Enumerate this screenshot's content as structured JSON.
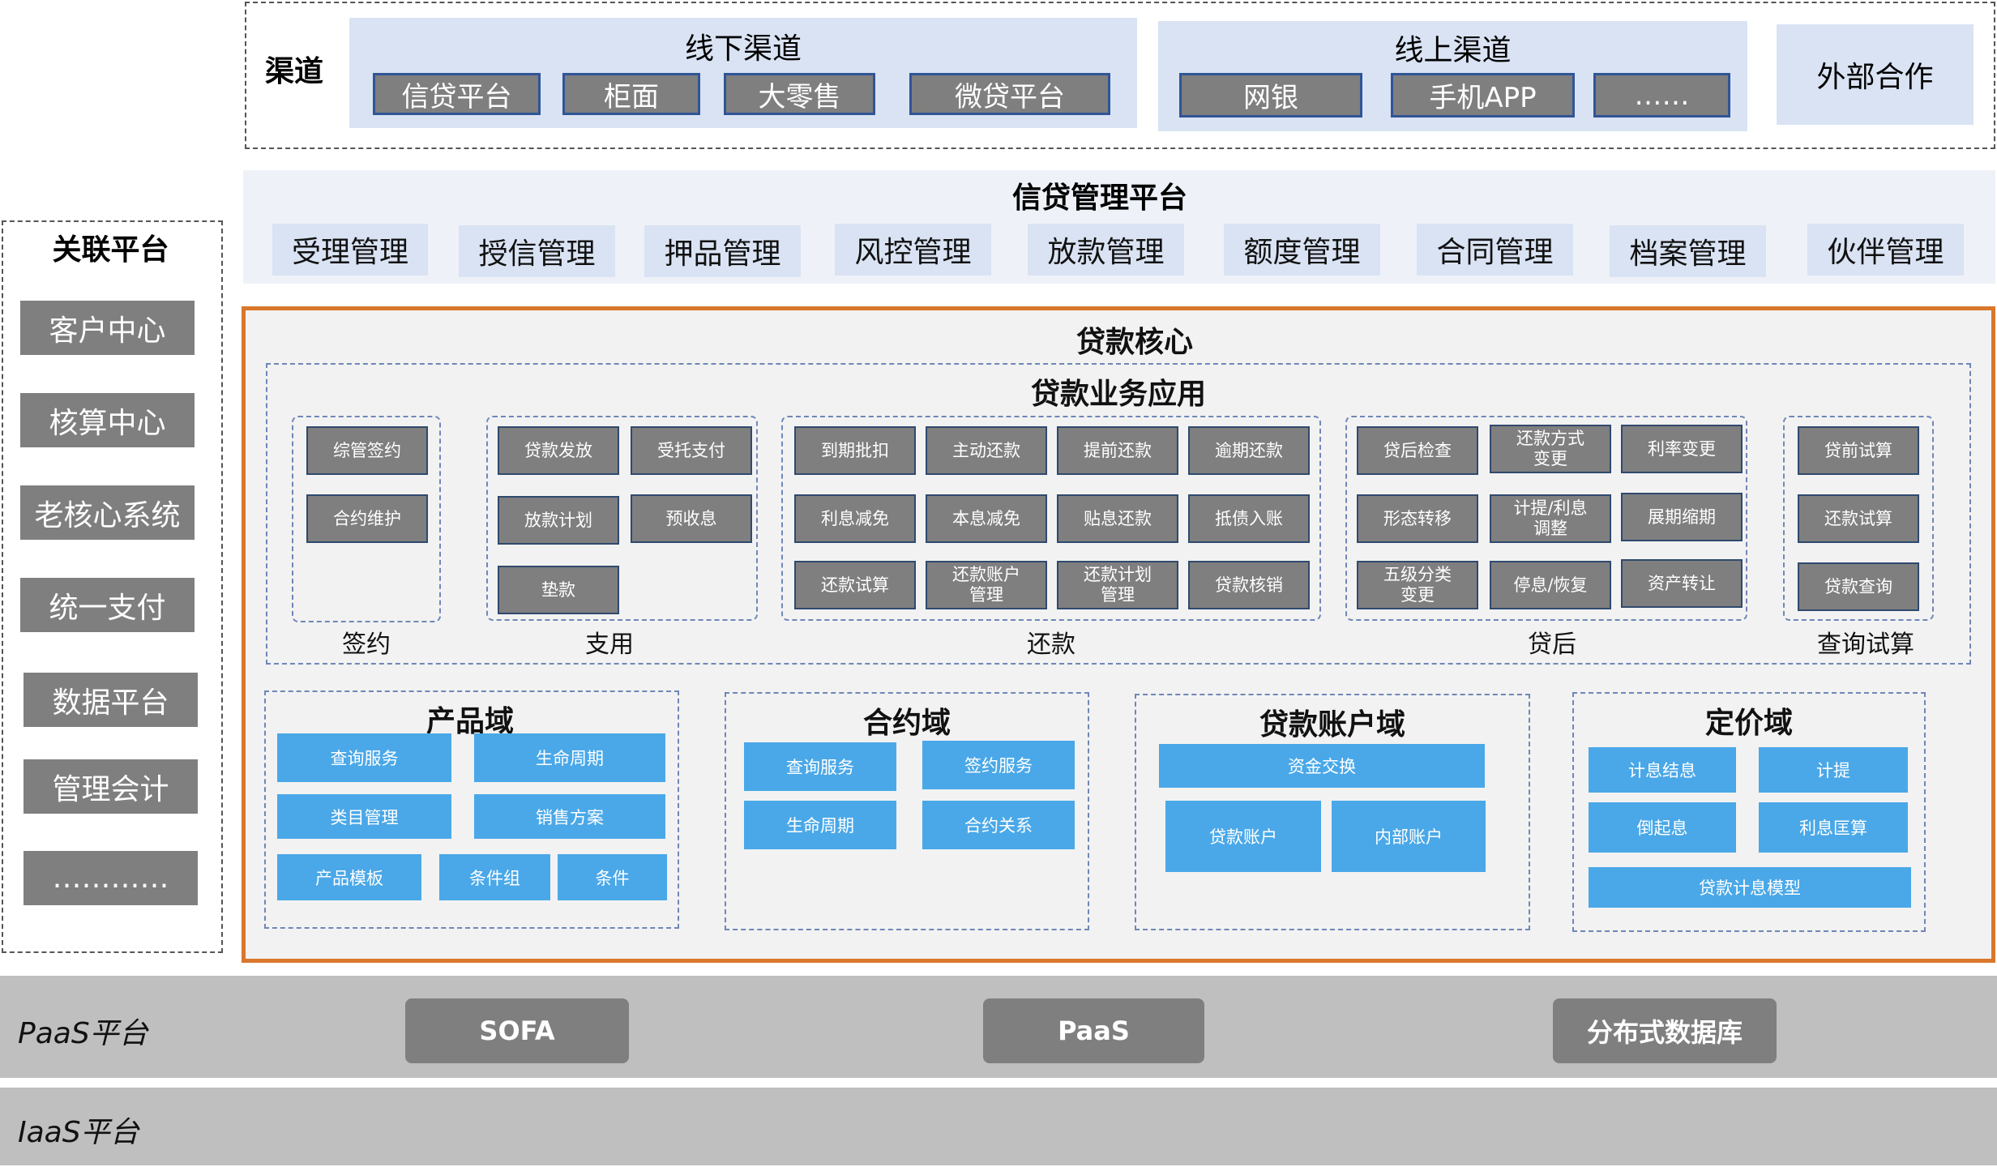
{
  "channel": {
    "label": "渠道",
    "offline": {
      "title": "线下渠道",
      "items": [
        "信贷平台",
        "柜面",
        "大零售",
        "微贷平台"
      ]
    },
    "online": {
      "title": "线上渠道",
      "items": [
        "网银",
        "手机APP",
        "……"
      ]
    },
    "external": "外部合作"
  },
  "mgmt": {
    "title": "信贷管理平台",
    "items": [
      "受理管理",
      "授信管理",
      "押品管理",
      "风控管理",
      "放款管理",
      "额度管理",
      "合同管理",
      "档案管理",
      "伙伴管理"
    ]
  },
  "related": {
    "title": "关联平台",
    "items": [
      "客户中心",
      "核算中心",
      "老核心系统",
      "统一支付",
      "数据平台",
      "管理会计",
      "…………"
    ]
  },
  "core": {
    "title": "贷款核心",
    "app_title": "贷款业务应用",
    "groups": {
      "sign": {
        "label": "签约",
        "items": [
          "综管签约",
          "合约维护"
        ]
      },
      "use": {
        "label": "支用",
        "items": [
          "贷款发放",
          "受托支付",
          "放款计划",
          "预收息",
          "垫款"
        ]
      },
      "repay": {
        "label": "还款",
        "items": [
          "到期批扣",
          "主动还款",
          "提前还款",
          "逾期还款",
          "利息减免",
          "本息减免",
          "贴息还款",
          "抵债入账",
          "还款试算",
          "还款账户管理",
          "还款计划管理",
          "贷款核销"
        ]
      },
      "post": {
        "label": "贷后",
        "items": [
          "贷后检查",
          "还款方式变更",
          "利率变更",
          "形态转移",
          "计提/利息调整",
          "展期缩期",
          "五级分类变更",
          "停息/恢复",
          "资产转让"
        ]
      },
      "query": {
        "label": "查询试算",
        "items": [
          "贷前试算",
          "还款试算",
          "贷款查询"
        ]
      }
    },
    "domains": {
      "product": {
        "title": "产品域",
        "items": [
          "查询服务",
          "生命周期",
          "类目管理",
          "销售方案",
          "产品模板",
          "条件组",
          "条件"
        ]
      },
      "contract": {
        "title": "合约域",
        "items": [
          "查询服务",
          "签约服务",
          "生命周期",
          "合约关系"
        ]
      },
      "account": {
        "title": "贷款账户域",
        "items": [
          "资金交换",
          "贷款账户",
          "内部账户"
        ]
      },
      "pricing": {
        "title": "定价域",
        "items": [
          "计息结息",
          "计提",
          "倒起息",
          "利息匡算",
          "贷款计息模型"
        ]
      }
    }
  },
  "paas": {
    "label": "PaaS平台",
    "items": [
      "SOFA",
      "PaaS",
      "分布式数据库"
    ]
  },
  "iaas": {
    "label": "IaaS平台"
  },
  "colors": {
    "accent_orange": "#d9772b",
    "light_blue": "#dae3f3",
    "service_blue": "#4aa8e8",
    "module_grey": "#7f7f7f"
  }
}
